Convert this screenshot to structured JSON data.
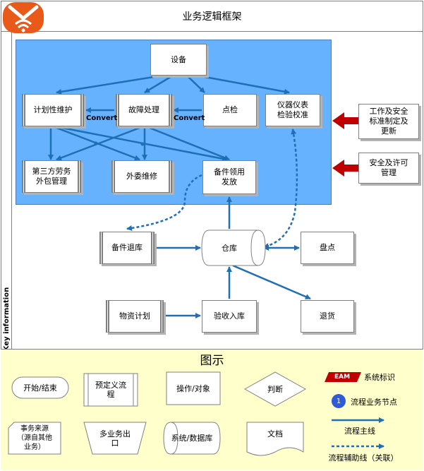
{
  "header": {
    "title": "业务逻辑框架"
  },
  "side": {
    "label": "Key information"
  },
  "nodes": {
    "equipment": "设备",
    "planned_maintenance": "计划性维护",
    "fault_handling": "故障处理",
    "spot_check": "点检",
    "instrument_calibration": "仪器仪表\n检验校准",
    "third_party_outsourcing": "第三方劳务\n外包管理",
    "outsourced_repair": "外委维修",
    "spare_parts_issue": "备件领用\n发放",
    "work_safety_standards": "工作及安全\n标准制定及\n更新",
    "safety_permit": "安全及许可\n管理",
    "spare_parts_return": "备件退库",
    "warehouse": "仓库",
    "inventory_count": "盘点",
    "material_plan": "物资计划",
    "receiving_inbound": "验收入库",
    "return_goods": "退货"
  },
  "convert_labels": [
    "Convert",
    "Convert"
  ],
  "legend": {
    "title": "图示",
    "start_end": "开始/结束",
    "predefined_process": "预定义流\n程",
    "operation_object": "操作/对象",
    "decision": "判断",
    "eam_badge": "EAM",
    "system_mark": "系统标识",
    "node_number": "1",
    "process_node": "流程业务节点",
    "event_source": "事务来源\n（源自其他\n业务）",
    "multi_exit": "多业务出\n口",
    "system_database": "系统/数据库",
    "document": "文档",
    "main_line": "流程主线",
    "aux_line": "流程辅助线（关联）"
  },
  "colors": {
    "flow": "#1f6fb5",
    "area": "#66b2ff",
    "legend_bg": "#ffffcc",
    "arrow_red": "#c00000"
  }
}
